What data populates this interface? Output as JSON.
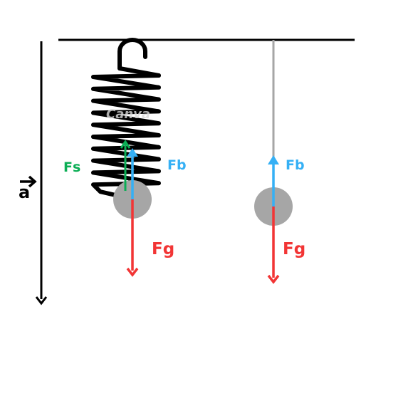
{
  "labels": {
    "acceleration": "a",
    "spring_force": "Fs",
    "buoyant_force_left": "Fb",
    "buoyant_force_right": "Fb",
    "gravity_left": "Fg",
    "gravity_right": "Fg"
  },
  "watermark": "Canva",
  "colors": {
    "spring_force": "#0bae55",
    "buoyant_force": "#35b0f5",
    "gravity": "#f23535",
    "mass": "#a6a6a6",
    "string": "#a6a6a6",
    "spring": "#000000",
    "ceiling": "#000000"
  }
}
